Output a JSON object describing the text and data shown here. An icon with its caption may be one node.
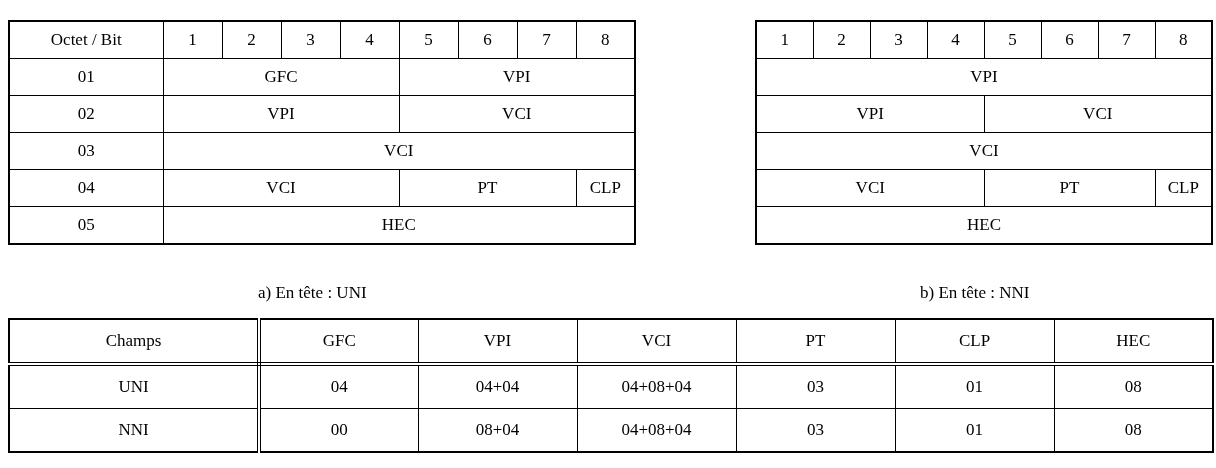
{
  "diagram": {
    "labels": [
      "Octet / Bit",
      "1",
      "2",
      "3",
      "4",
      "5",
      "6",
      "7",
      "8",
      "01",
      "GFC",
      "VPI",
      "02",
      "VPI",
      "VCI",
      "03",
      "VCI",
      "04",
      "VCI",
      "PT",
      "CLP",
      "05",
      "HEC",
      "1",
      "2",
      "3",
      "4",
      "5",
      "6",
      "7",
      "8",
      "VPI",
      "VPI",
      "VCI",
      "VCI",
      "VCI",
      "PT",
      "CLP",
      "HEC",
      "a) En tête : UNI",
      "b) En tête : NNI",
      "Champs",
      "GFC",
      "VPI",
      "VCI",
      "PT",
      "CLP",
      "HEC",
      "UNI",
      "04",
      "04+04",
      "04+08+04",
      "03",
      "01",
      "08",
      "NNI",
      "00",
      "08+04",
      "04+08+04",
      "03",
      "01",
      "08"
    ]
  }
}
